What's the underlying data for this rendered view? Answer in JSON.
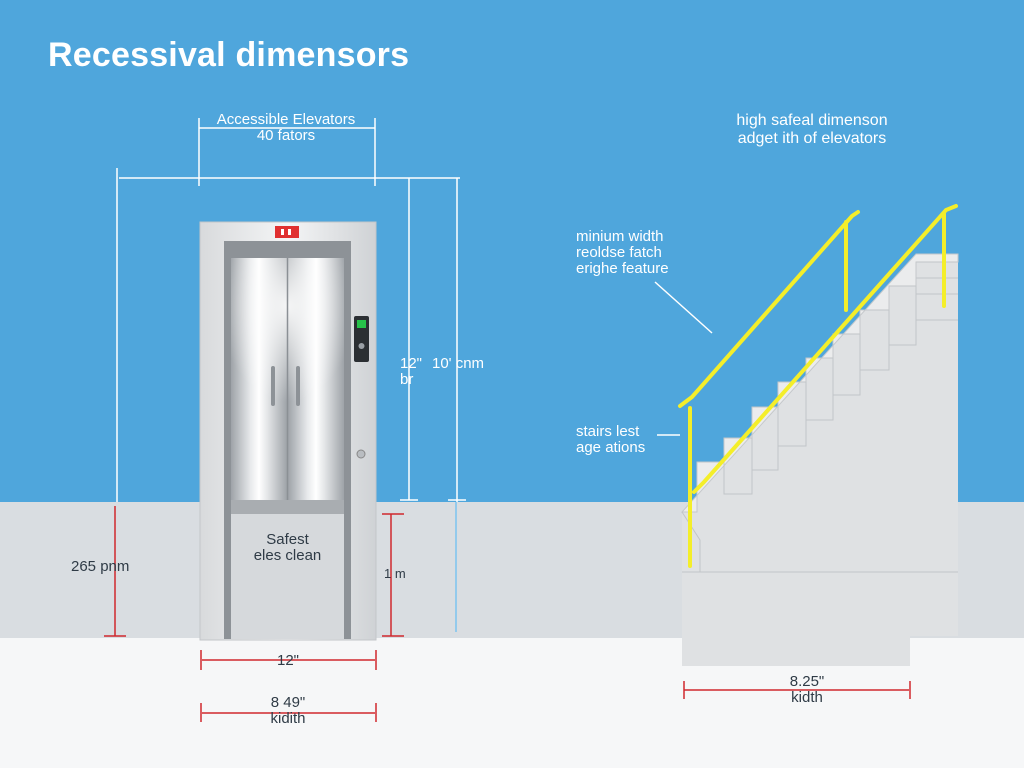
{
  "title": "Recessival dimensors",
  "colors": {
    "sky": "#4fa6dc",
    "floor": "#d9dde1",
    "ground": "#f6f7f8",
    "dimension_line": "#d0282e",
    "handrail": "#f4ee2a"
  },
  "elevator": {
    "top_label_line1": "Accessible Elevators",
    "top_label_line2": "40 fators",
    "height_label_line1": "12\"",
    "height_label_line2": "br",
    "height_label_right": "10' cnm",
    "left_label": "265 pnm",
    "right_small_label": "1 m",
    "door_panel_line1": "Safest",
    "door_panel_line2": "eles clean",
    "width_label": "12\"",
    "bottom_label_line1": "8 49\"",
    "bottom_label_line2": "kidith",
    "indicator_icon": "exit-sign-icon"
  },
  "stairs": {
    "header_line1": "high safeal dimenson",
    "header_line2": "adget ith of elevators",
    "callout_line1": "minium width",
    "callout_line2": "reoldse fatch",
    "callout_line3": "erighe feature",
    "side_line1": "stairs lest",
    "side_line2": "age ations",
    "bottom_label_line1": "8.25\"",
    "bottom_label_line2": "kidth"
  }
}
